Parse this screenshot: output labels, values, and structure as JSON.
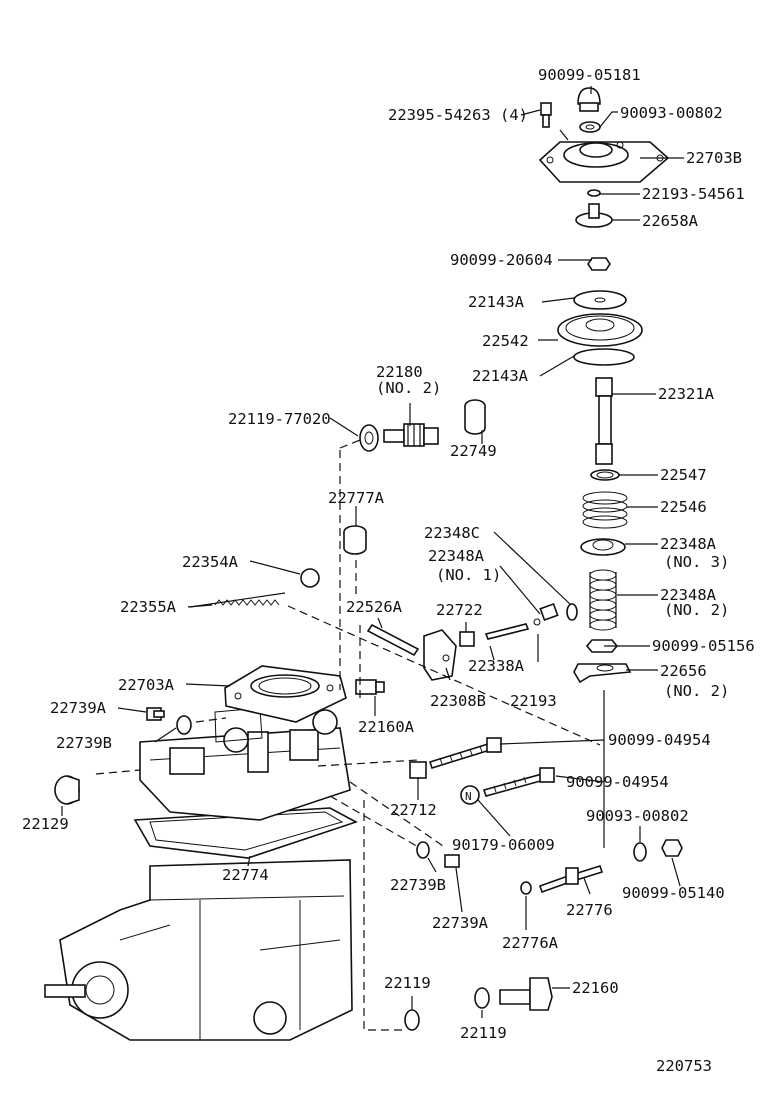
{
  "labels": {
    "p_90099_05181": "90099-05181",
    "p_22395_54263": "22395-54263 (4)",
    "p_90093_00802_top": "90093-00802",
    "p_22703B": "22703B",
    "p_22193_54561": "22193-54561",
    "p_22658A": "22658A",
    "p_90099_20604": "90099-20604",
    "p_22143A_top": "22143A",
    "p_22542": "22542",
    "p_22143A_bot": "22143A",
    "p_22321A": "22321A",
    "p_22180": "22180",
    "p_22180_no": "(NO. 2)",
    "p_22119_77020": "22119-77020",
    "p_22749": "22749",
    "p_22547": "22547",
    "p_22777A": "22777A",
    "p_22546": "22546",
    "p_22348C": "22348C",
    "p_22348A_no3": "22348A",
    "p_22348A_no3_sub": "(NO. 3)",
    "p_22348A_no1": "22348A",
    "p_22348A_no1_sub": "(NO. 1)",
    "p_22354A": "22354A",
    "p_22348A_no2": "22348A",
    "p_22348A_no2_sub": "(NO. 2)",
    "p_22355A": "22355A",
    "p_22526A": "22526A",
    "p_22722": "22722",
    "p_90099_05156": "90099-05156",
    "p_22338A": "22338A",
    "p_22656": "22656",
    "p_22656_sub": "(NO. 2)",
    "p_22703A": "22703A",
    "p_22308B": "22308B",
    "p_22193": "22193",
    "p_22739A_left": "22739A",
    "p_22160A": "22160A",
    "p_22739B_left": "22739B",
    "p_90099_04954_a": "90099-04954",
    "p_22712": "22712",
    "p_90099_04954_b": "90099-04954",
    "p_22129": "22129",
    "p_90179_06009": "90179-06009",
    "p_90093_00802_bot": "90093-00802",
    "p_22774": "22774",
    "p_22739B_right": "22739B",
    "p_22776": "22776",
    "p_90099_05140": "90099-05140",
    "p_22739A_right": "22739A",
    "p_22776A": "22776A",
    "p_22119_left": "22119",
    "p_22160": "22160",
    "p_22119_right": "22119",
    "p_220753": "220753"
  },
  "icons": {
    "nut_marker_symbol": "N"
  }
}
